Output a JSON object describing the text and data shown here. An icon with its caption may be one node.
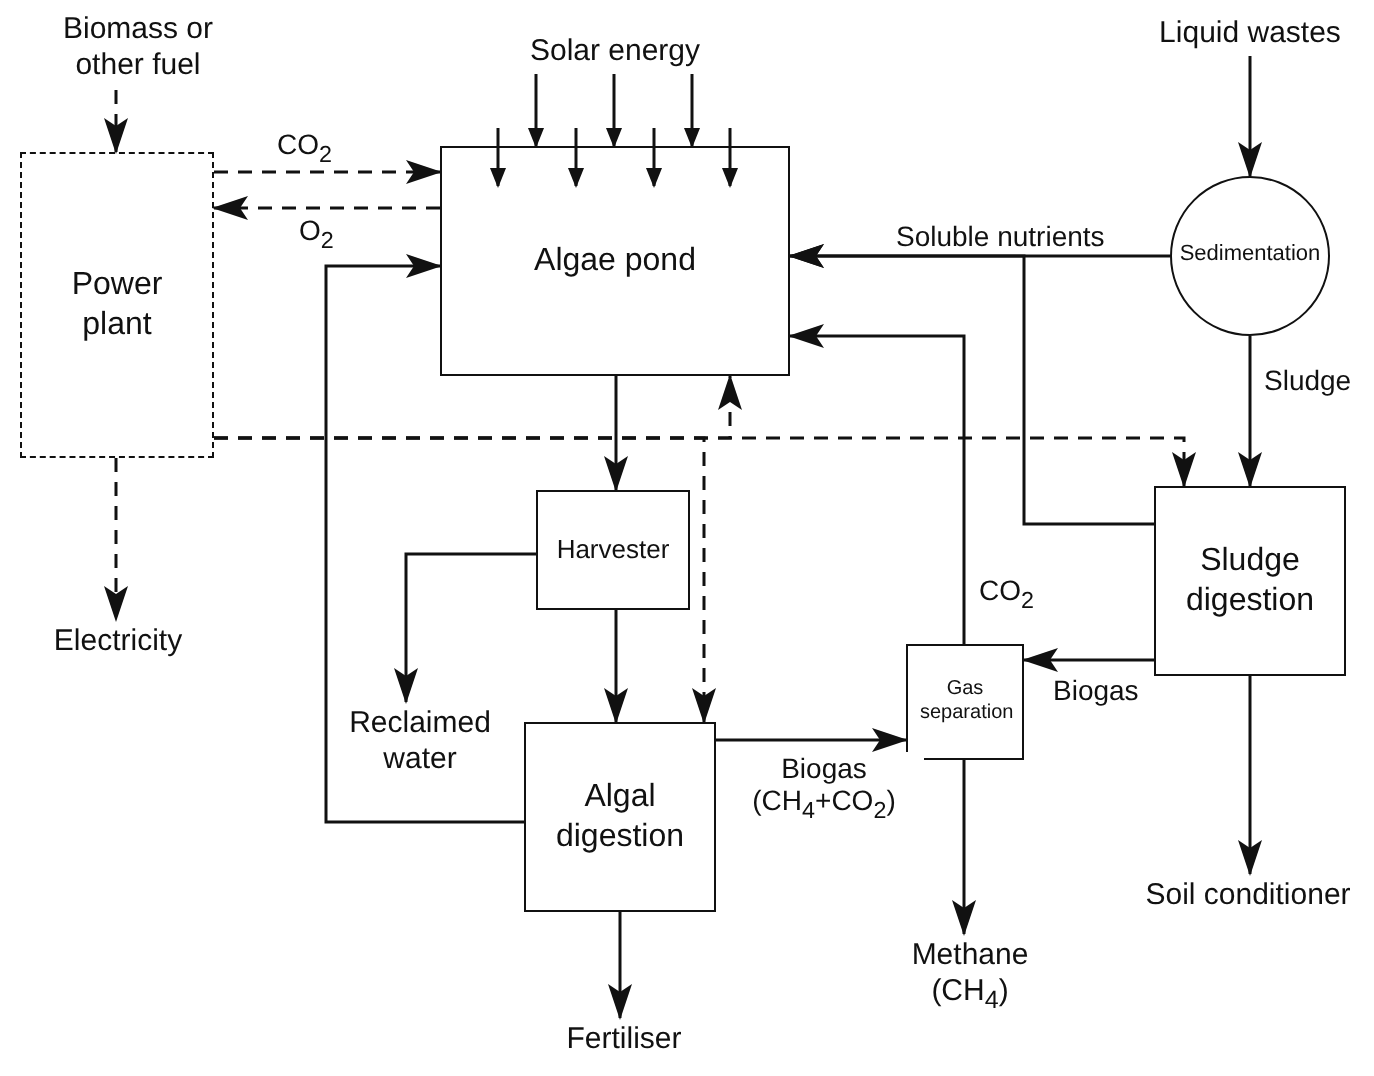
{
  "diagram": {
    "nodes": [
      {
        "text": [
          "Biomass or other fuel"
        ]
      },
      {
        "text": [
          "Power plant"
        ]
      },
      {
        "text": [
          "Solar energy"
        ]
      },
      {
        "text": [
          "Algae pond"
        ]
      },
      {
        "text": [
          "Liquid wastes"
        ]
      },
      {
        "text": [
          "Sedimentation"
        ]
      },
      {
        "text": [
          "Harvester"
        ]
      },
      {
        "text": [
          "Reclaimed water"
        ]
      },
      {
        "text": [
          "Algal digestion"
        ]
      },
      {
        "text": [
          "Gas separation"
        ]
      },
      {
        "text": [
          "Sludge digestion"
        ]
      },
      {
        "text": [
          "Electricity"
        ]
      },
      {
        "text": [
          "Methane (CH$_{4}$)"
        ]
      },
      {
        "text": [
          "Fertiliser"
        ]
      },
      {
        "text": [
          "Soil conditioner"
        ]
      }
    ],
    "edges": [
      {
        "from": 0,
        "to": 1,
        "arrow": "to",
        "style": "dashed"
      },
      {
        "from": 1,
        "to": 3,
        "arrow": "to",
        "style": "dashed",
        "label": "CO$_{2}$"
      },
      {
        "from": 3,
        "to": 1,
        "arrow": "to",
        "style": "dashed",
        "label": "O$_{2}$"
      },
      {
        "from": 1,
        "to": 11,
        "arrow": "to",
        "style": "dashed"
      },
      {
        "from": 1,
        "to": 3,
        "arrow": "to",
        "style": "dashed"
      },
      {
        "from": 1,
        "to": 8,
        "arrow": "to",
        "style": "dashed"
      },
      {
        "from": 1,
        "to": 10,
        "arrow": "to",
        "style": "dashed"
      },
      {
        "from": 2,
        "to": 3,
        "arrow": "to"
      },
      {
        "from": 2,
        "to": 3,
        "arrow": "to"
      },
      {
        "from": 2,
        "to": 3,
        "arrow": "to"
      },
      {
        "from": null,
        "to": 3,
        "arrow": "to"
      },
      {
        "from": null,
        "to": 3,
        "arrow": "to"
      },
      {
        "from": null,
        "to": 3,
        "arrow": "to"
      },
      {
        "from": null,
        "to": 3,
        "arrow": "to"
      },
      {
        "from": 4,
        "to": 5,
        "arrow": "to"
      },
      {
        "from": 5,
        "to": 3,
        "arrow": "to",
        "label": "Soluble nutrients"
      },
      {
        "from": 5,
        "to": 10,
        "arrow": "to",
        "label": "Sludge"
      },
      {
        "from": 3,
        "to": 6,
        "arrow": "to"
      },
      {
        "from": 6,
        "to": 7,
        "arrow": "to"
      },
      {
        "from": 6,
        "to": 8,
        "arrow": "to"
      },
      {
        "from": 8,
        "to": 3,
        "arrow": "to"
      },
      {
        "from": 8,
        "to": 9,
        "arrow": "to",
        "label": "Biogas (CH$_{4}$+CO$_{2}$)"
      },
      {
        "from": 10,
        "to": 9,
        "arrow": "to",
        "label": "Biogas"
      },
      {
        "from": 9,
        "to": 3,
        "arrow": "to",
        "label": "CO$_{2}$"
      },
      {
        "from": 10,
        "to": 3,
        "arrow": "to"
      },
      {
        "from": 9,
        "to": 12,
        "arrow": "to"
      },
      {
        "from": 8,
        "to": 13,
        "arrow": "to"
      },
      {
        "from": 10,
        "to": 14,
        "arrow": "to"
      }
    ]
  }
}
